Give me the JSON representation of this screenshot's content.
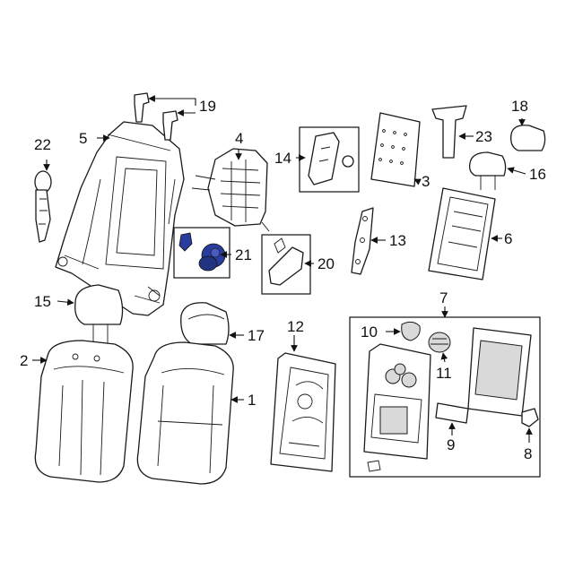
{
  "callouts": {
    "c1": "1",
    "c2": "2",
    "c3": "3",
    "c4": "4",
    "c5": "5",
    "c6": "6",
    "c7": "7",
    "c8": "8",
    "c9": "9",
    "c10": "10",
    "c11": "11",
    "c12": "12",
    "c13": "13",
    "c14": "14",
    "c15": "15",
    "c16": "16",
    "c17": "17",
    "c18": "18",
    "c19": "19",
    "c20": "20",
    "c21": "21",
    "c22": "22",
    "c23": "23"
  },
  "colors": {
    "highlight": "#2a3d9e",
    "line": "#1a1a1a"
  }
}
